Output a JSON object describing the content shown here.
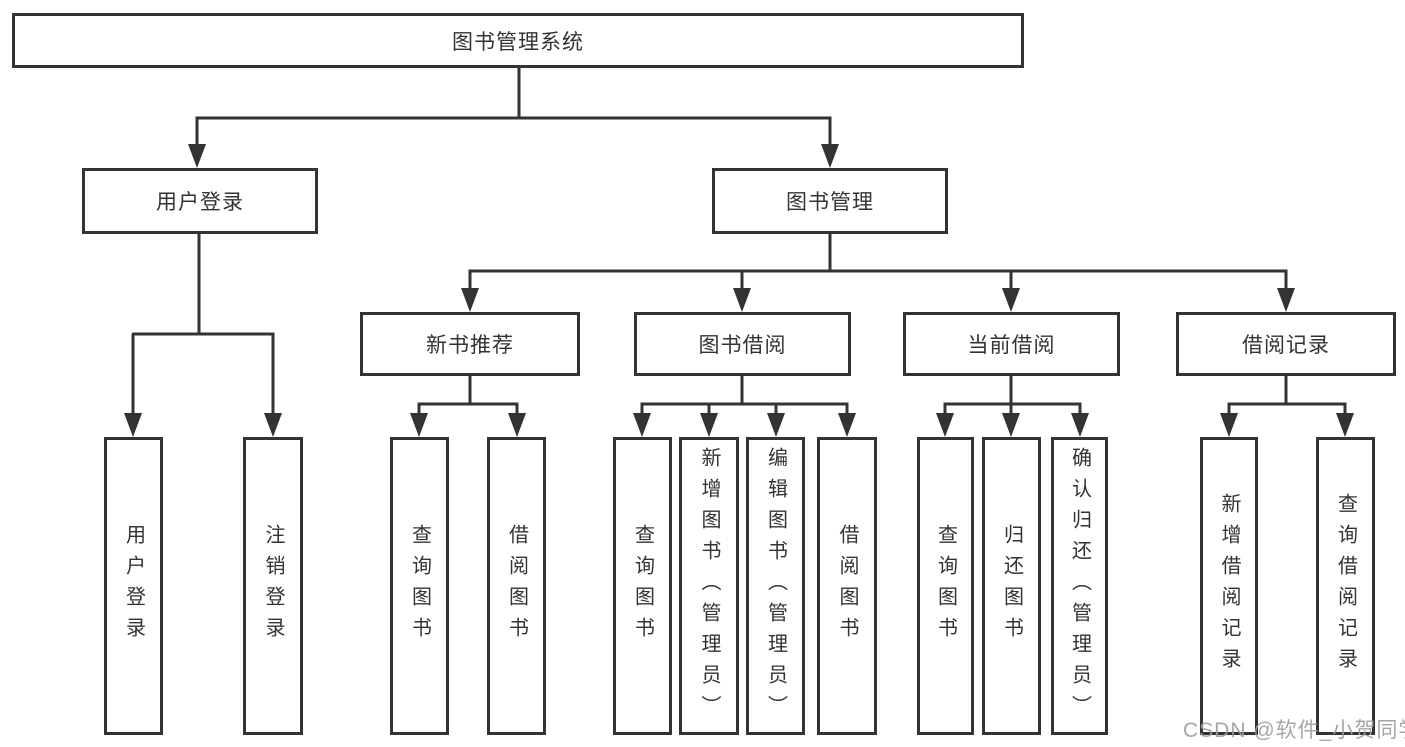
{
  "diagram": {
    "root": {
      "label": "图书管理系统"
    },
    "branches": [
      {
        "label": "用户登录",
        "children": [
          {
            "label": "用户登录"
          },
          {
            "label": "注销登录"
          }
        ]
      },
      {
        "label": "图书管理",
        "children": [
          {
            "label": "新书推荐",
            "children": [
              {
                "label": "查询图书"
              },
              {
                "label": "借阅图书"
              }
            ]
          },
          {
            "label": "图书借阅",
            "children": [
              {
                "label": "查询图书"
              },
              {
                "label": "新增图书（管理员）"
              },
              {
                "label": "编辑图书（管理员）"
              },
              {
                "label": "借阅图书"
              }
            ]
          },
          {
            "label": "当前借阅",
            "children": [
              {
                "label": "查询图书"
              },
              {
                "label": "归还图书"
              },
              {
                "label": "确认归还（管理员）"
              }
            ]
          },
          {
            "label": "借阅记录",
            "children": [
              {
                "label": "新增借阅记录"
              },
              {
                "label": "查询借阅记录"
              }
            ]
          }
        ]
      }
    ]
  },
  "watermark": {
    "text": "CSDN @软件_小贺同学"
  },
  "colors": {
    "line": "#333333",
    "box_border": "#333333",
    "text": "#333333",
    "watermark": "#9e9e9e",
    "background": "#ffffff"
  }
}
